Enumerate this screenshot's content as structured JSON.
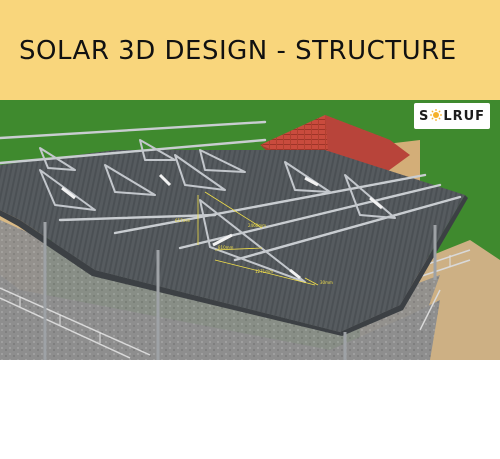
{
  "banner": {
    "title": "SOLAR 3D DESIGN - STRUCTURE",
    "background": "#f9d67c"
  },
  "logo": {
    "text_before": "S",
    "text_after": "LRUF",
    "sun_icon": "sun-icon",
    "sun_color": "#f5b12a"
  },
  "scene": {
    "dimensions": {
      "vertical": "657mm",
      "diagonal_long": "2460mm",
      "diagonal_short": "810mm",
      "base": "1271mm",
      "end": "30mm"
    },
    "colors": {
      "grass": "#3f8a2e",
      "roof_sheet": "#555a5e",
      "gravel": "#8f8f8f",
      "frame": "#c7cbcf",
      "tile_roof": "#c84a3c",
      "dimension_line": "#f1df4a"
    }
  }
}
